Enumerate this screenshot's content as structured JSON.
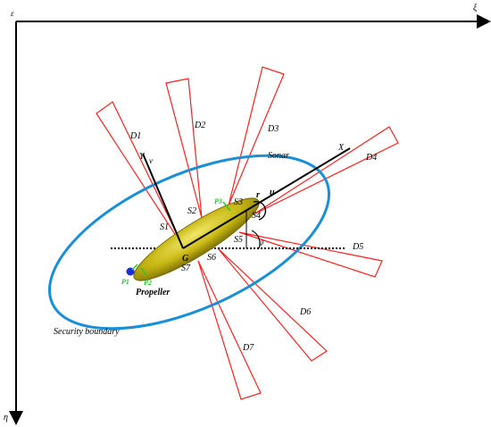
{
  "axes": {
    "xi_label": "ξ",
    "eta_label": "η",
    "origin_label": "ε"
  },
  "body_axes": {
    "X": "X",
    "Y": "Y",
    "u": "u",
    "v": "v",
    "r": "r",
    "psi": "ψ",
    "G": "G"
  },
  "labels": {
    "sonar": "Sonar",
    "propeller": "Propeller",
    "security_boundary": "Security boundary"
  },
  "points": {
    "p1": "P1",
    "p2": "P2",
    "p3": "P3"
  },
  "detectors": [
    "D1",
    "D2",
    "D3",
    "D4",
    "D5",
    "D6",
    "D7"
  ],
  "sensors": [
    "S1",
    "S2",
    "S3",
    "S4",
    "S5",
    "S6",
    "S7"
  ],
  "colors": {
    "beam": "#ff2020",
    "boundary": "#1a8fd6",
    "hull": "#c8b814",
    "green": "#22cc22",
    "propeller": "#1a2fd6"
  }
}
